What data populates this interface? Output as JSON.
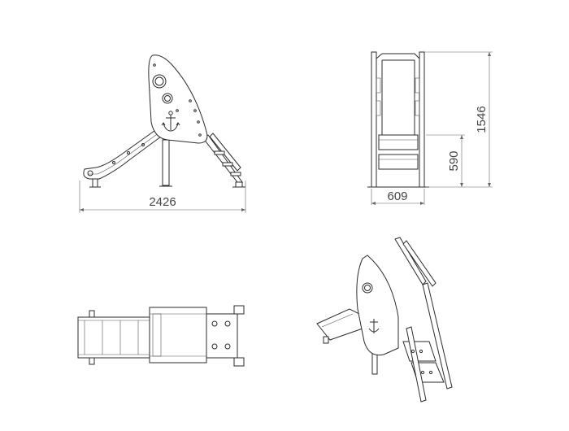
{
  "views": {
    "side": {
      "width_label": "2426"
    },
    "front": {
      "width_label": "609",
      "step_height_label": "590",
      "total_height_label": "1546"
    }
  },
  "colors": {
    "line": "#2b2b2b",
    "dimension": "#666666",
    "background": "#ffffff"
  },
  "icons": [
    "anchor-icon",
    "porthole-icon"
  ]
}
